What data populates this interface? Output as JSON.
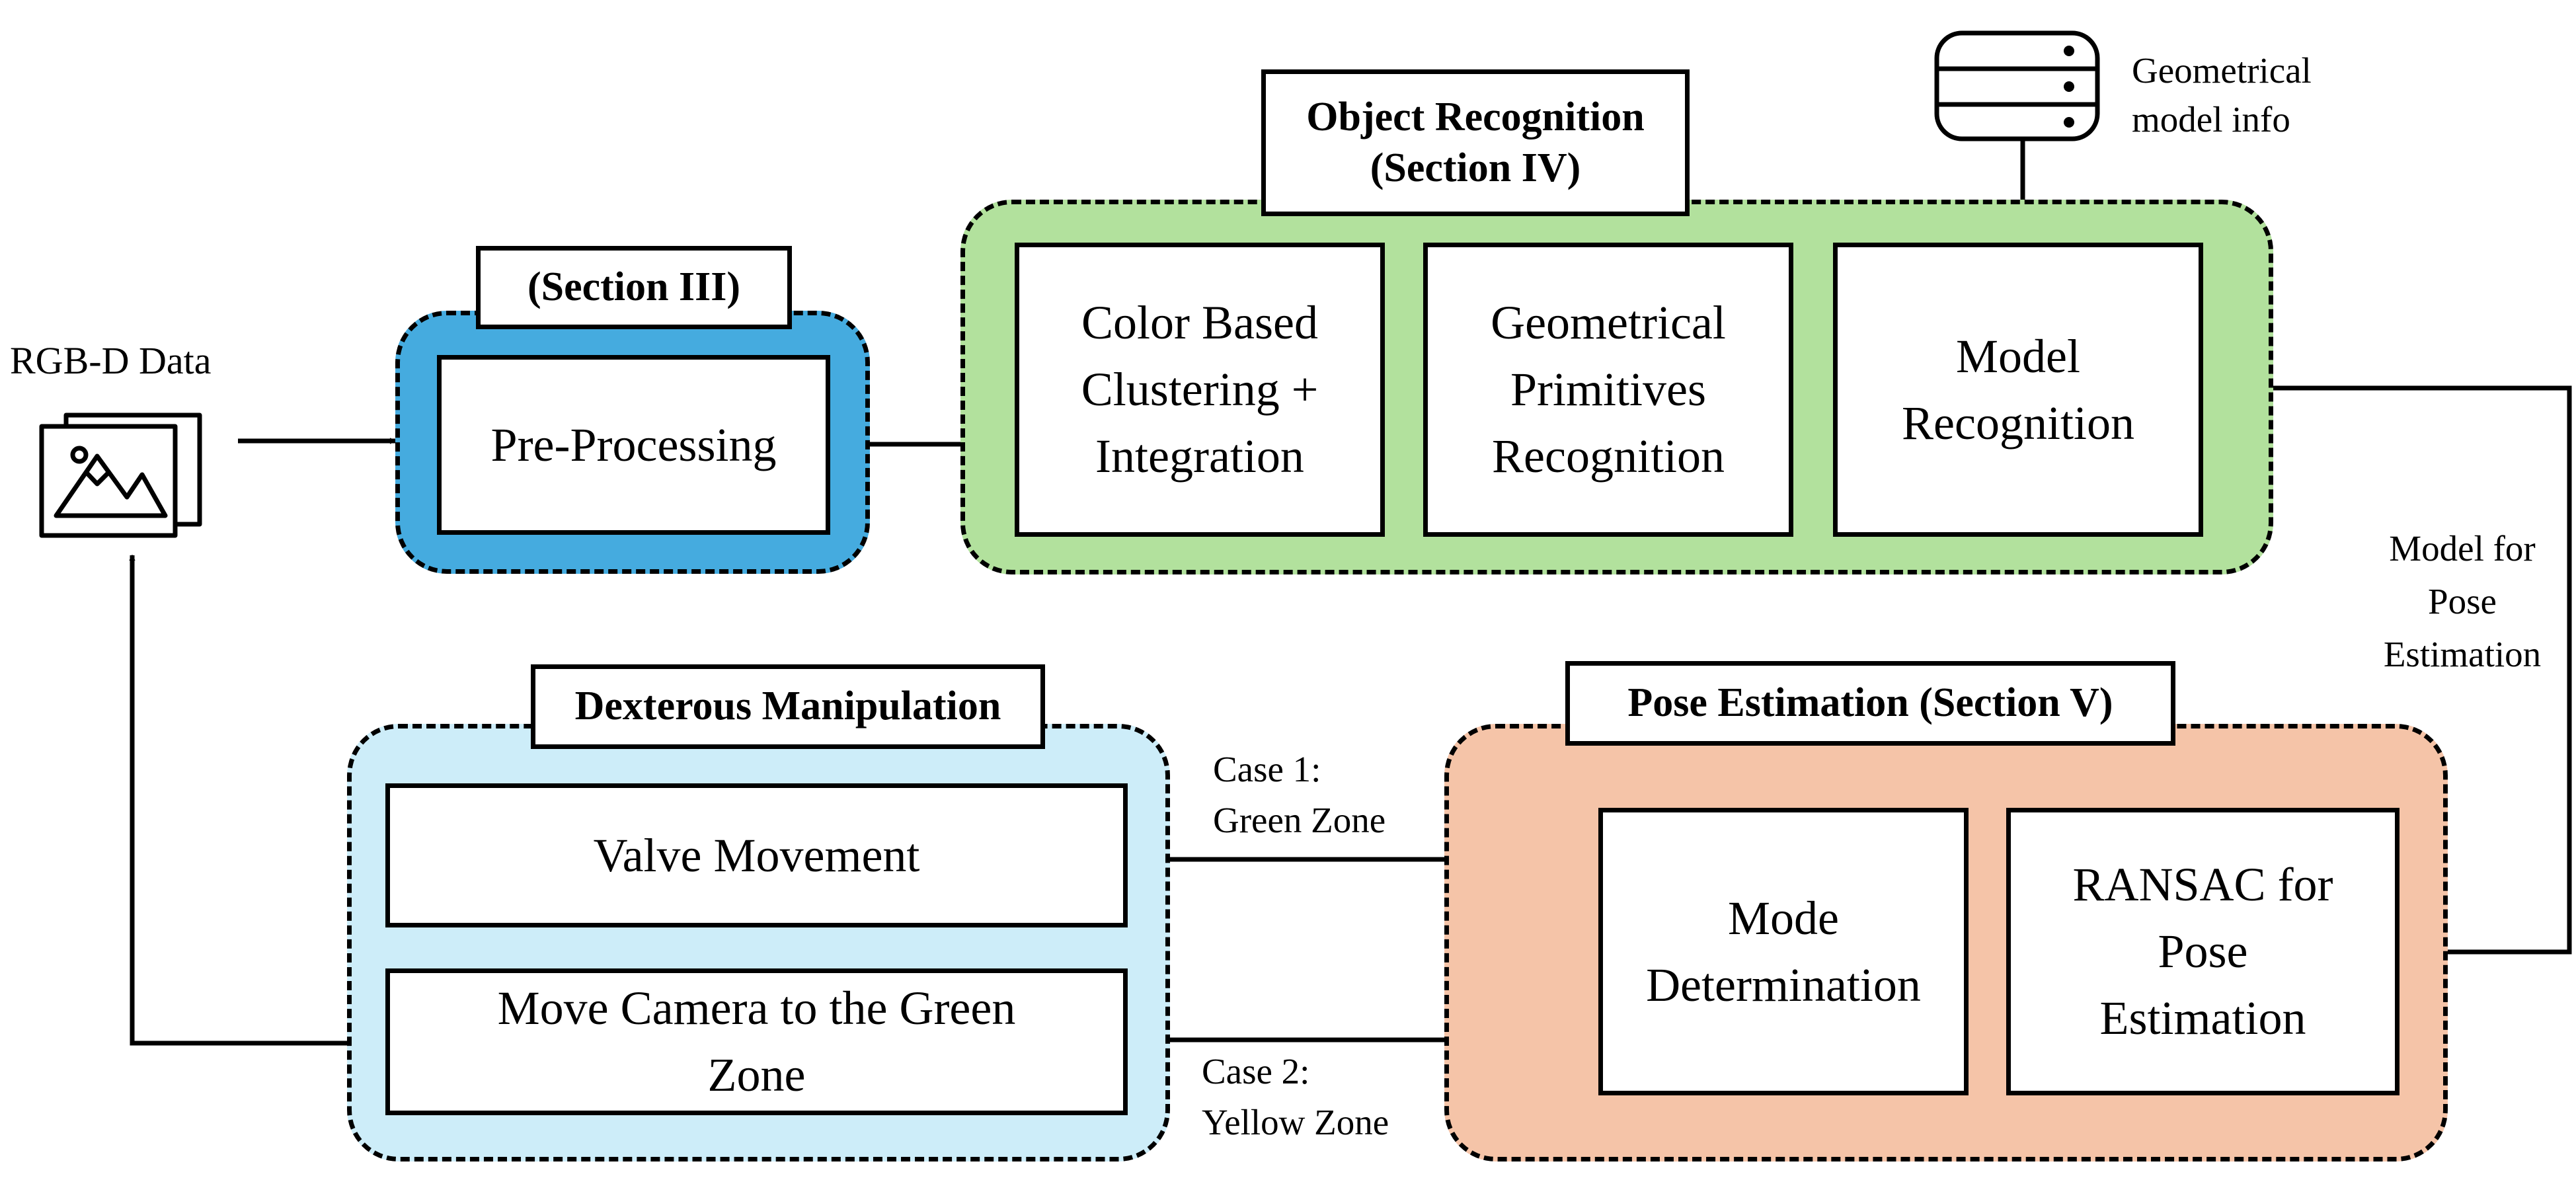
{
  "input": {
    "label": "RGB-D Data",
    "icon": "image-stack-icon"
  },
  "database": {
    "label": "Geometrical\nmodel info",
    "icon": "database-icon"
  },
  "preprocessing": {
    "title": "(Section III)",
    "step": "Pre-Processing",
    "fill": "#45ABDF"
  },
  "object_recognition": {
    "title": "Object Recognition\n(Section IV)",
    "fill": "#B2E19D",
    "steps": [
      "Color Based\nClustering +\nIntegration",
      "Geometrical\nPrimitives\nRecognition",
      "Model\nRecognition"
    ]
  },
  "model_edge_label": "Model for\nPose\nEstimation",
  "pose_estimation": {
    "title": "Pose Estimation (Section V)",
    "fill": "#F5C4A8",
    "steps": [
      "RANSAC for\nPose\nEstimation",
      "Mode\nDetermination"
    ]
  },
  "dexterous": {
    "title": "Dexterous Manipulation",
    "fill": "#CDEDF9",
    "steps": [
      "Valve Movement",
      "Move Camera to the Green\nZone"
    ]
  },
  "case1_label": "Case 1:\nGreen Zone",
  "case2_label": "Case 2:\nYellow Zone"
}
